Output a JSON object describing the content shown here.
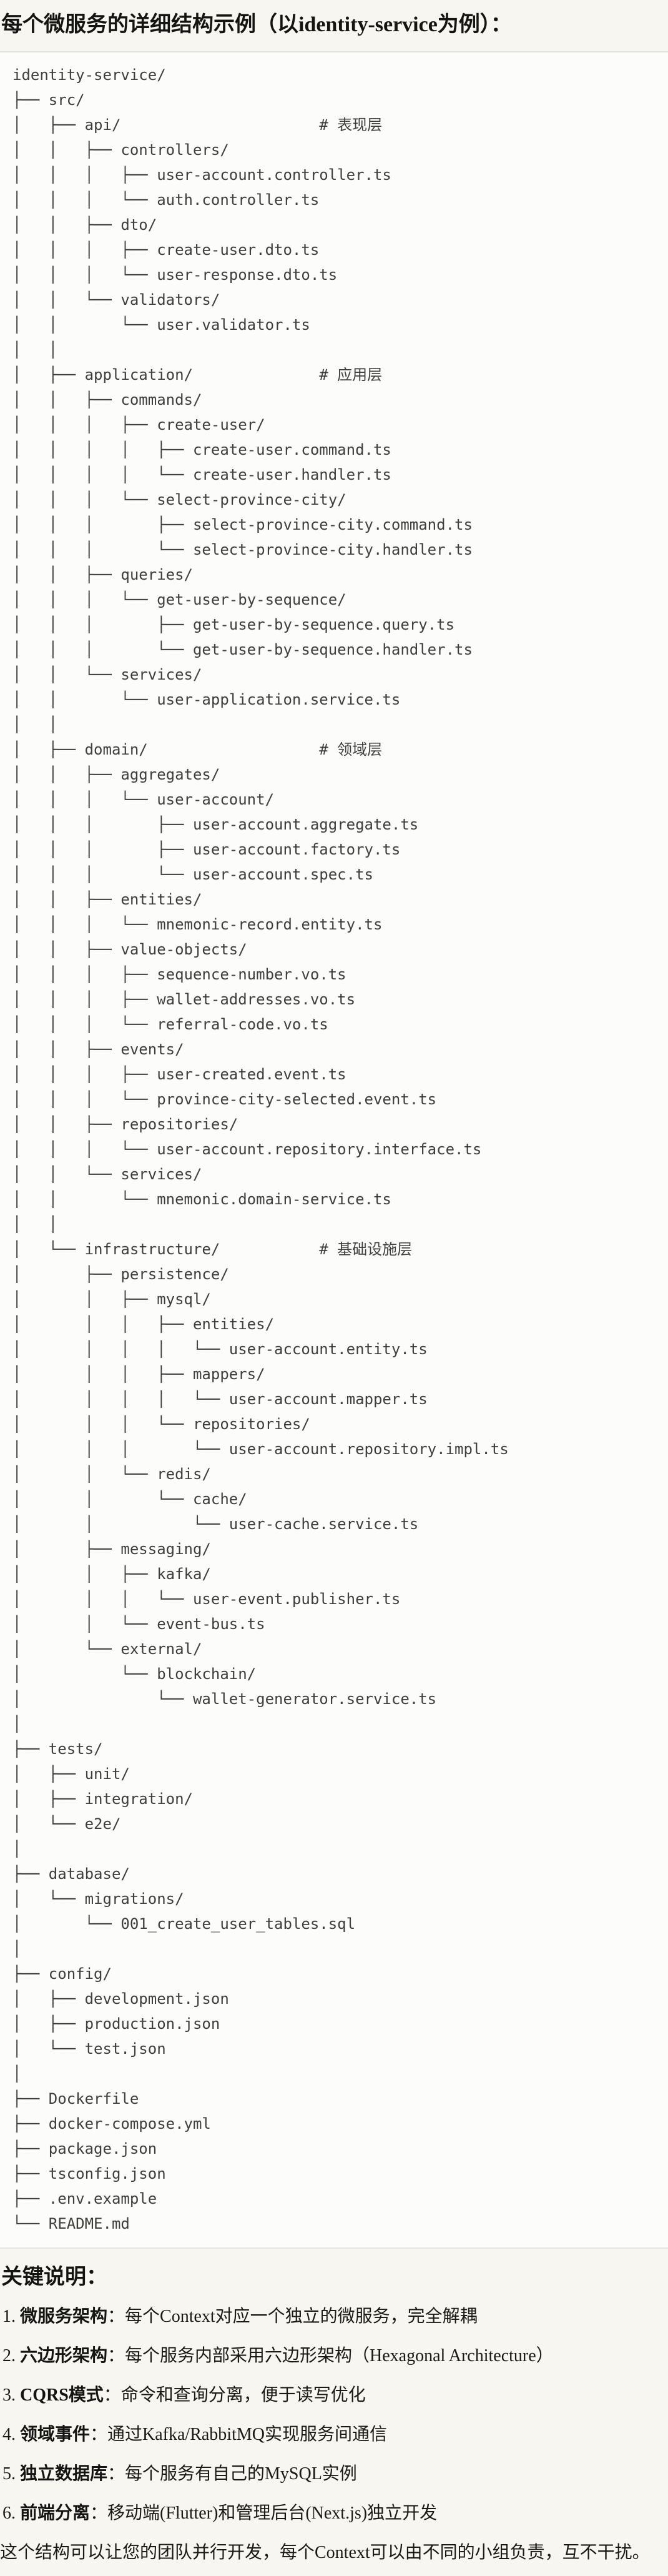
{
  "title": "每个微服务的详细结构示例（以identity-service为例）：",
  "colors": {
    "page_bg": "#f7f6f1",
    "code_bg": "#fcfcfa",
    "code_border": "#e5e4df",
    "code_text": "#3e3e3a",
    "body_text": "#1a1915"
  },
  "tree": {
    "lines": [
      "identity-service/",
      "├── src/",
      "│   ├── api/                      # 表现层",
      "│   │   ├── controllers/",
      "│   │   │   ├── user-account.controller.ts",
      "│   │   │   └── auth.controller.ts",
      "│   │   ├── dto/",
      "│   │   │   ├── create-user.dto.ts",
      "│   │   │   └── user-response.dto.ts",
      "│   │   └── validators/",
      "│   │       └── user.validator.ts",
      "│   │",
      "│   ├── application/              # 应用层",
      "│   │   ├── commands/",
      "│   │   │   ├── create-user/",
      "│   │   │   │   ├── create-user.command.ts",
      "│   │   │   │   └── create-user.handler.ts",
      "│   │   │   └── select-province-city/",
      "│   │   │       ├── select-province-city.command.ts",
      "│   │   │       └── select-province-city.handler.ts",
      "│   │   ├── queries/",
      "│   │   │   └── get-user-by-sequence/",
      "│   │   │       ├── get-user-by-sequence.query.ts",
      "│   │   │       └── get-user-by-sequence.handler.ts",
      "│   │   └── services/",
      "│   │       └── user-application.service.ts",
      "│   │",
      "│   ├── domain/                   # 领域层",
      "│   │   ├── aggregates/",
      "│   │   │   └── user-account/",
      "│   │   │       ├── user-account.aggregate.ts",
      "│   │   │       ├── user-account.factory.ts",
      "│   │   │       └── user-account.spec.ts",
      "│   │   ├── entities/",
      "│   │   │   └── mnemonic-record.entity.ts",
      "│   │   ├── value-objects/",
      "│   │   │   ├── sequence-number.vo.ts",
      "│   │   │   ├── wallet-addresses.vo.ts",
      "│   │   │   └── referral-code.vo.ts",
      "│   │   ├── events/",
      "│   │   │   ├── user-created.event.ts",
      "│   │   │   └── province-city-selected.event.ts",
      "│   │   ├── repositories/",
      "│   │   │   └── user-account.repository.interface.ts",
      "│   │   └── services/",
      "│   │       └── mnemonic.domain-service.ts",
      "│   │",
      "│   └── infrastructure/           # 基础设施层",
      "│       ├── persistence/",
      "│       │   ├── mysql/",
      "│       │   │   ├── entities/",
      "│       │   │   │   └── user-account.entity.ts",
      "│       │   │   ├── mappers/",
      "│       │   │   │   └── user-account.mapper.ts",
      "│       │   │   └── repositories/",
      "│       │   │       └── user-account.repository.impl.ts",
      "│       │   └── redis/",
      "│       │       └── cache/",
      "│       │           └── user-cache.service.ts",
      "│       ├── messaging/",
      "│       │   ├── kafka/",
      "│       │   │   └── user-event.publisher.ts",
      "│       │   └── event-bus.ts",
      "│       └── external/",
      "│           └── blockchain/",
      "│               └── wallet-generator.service.ts",
      "│",
      "├── tests/",
      "│   ├── unit/",
      "│   ├── integration/",
      "│   └── e2e/",
      "│",
      "├── database/",
      "│   └── migrations/",
      "│       └── 001_create_user_tables.sql",
      "│",
      "├── config/",
      "│   ├── development.json",
      "│   ├── production.json",
      "│   └── test.json",
      "│",
      "├── Dockerfile",
      "├── docker-compose.yml",
      "├── package.json",
      "├── tsconfig.json",
      "├── .env.example",
      "└── README.md"
    ]
  },
  "notes": {
    "heading": "关键说明：",
    "items": [
      {
        "num": "1.",
        "term": "微服务架构",
        "desc": "：每个Context对应一个独立的微服务，完全解耦"
      },
      {
        "num": "2.",
        "term": "六边形架构",
        "desc": "：每个服务内部采用六边形架构（Hexagonal Architecture）"
      },
      {
        "num": "3.",
        "term": "CQRS模式",
        "desc": "：命令和查询分离，便于读写优化"
      },
      {
        "num": "4.",
        "term": "领域事件",
        "desc": "：通过Kafka/RabbitMQ实现服务间通信"
      },
      {
        "num": "5.",
        "term": "独立数据库",
        "desc": "：每个服务有自己的MySQL实例"
      },
      {
        "num": "6.",
        "term": "前端分离",
        "desc": "：移动端(Flutter)和管理后台(Next.js)独立开发"
      }
    ],
    "closing": "这个结构可以让您的团队并行开发，每个Context可以由不同的小组负责，互不干扰。"
  }
}
